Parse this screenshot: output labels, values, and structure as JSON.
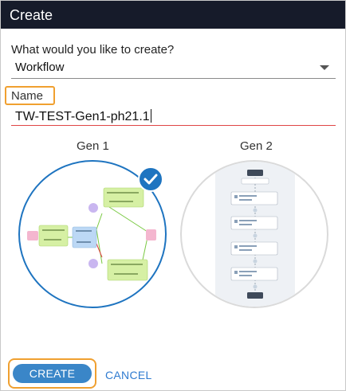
{
  "dialog": {
    "title": "Create",
    "question_label": "What would you like to create?",
    "type_select": {
      "value": "Workflow"
    },
    "name_label": "Name",
    "name_input": {
      "value": "TW-TEST-Gen1-ph21.1"
    },
    "options": [
      {
        "label": "Gen 1",
        "selected": true
      },
      {
        "label": "Gen 2",
        "selected": false
      }
    ],
    "create_label": "CREATE",
    "cancel_label": "CANCEL"
  },
  "colors": {
    "titlebar": "#161b2a",
    "accent": "#1e74c0",
    "highlight": "#f0a030",
    "error_underline": "#e04545",
    "button": "#3a86c8"
  }
}
